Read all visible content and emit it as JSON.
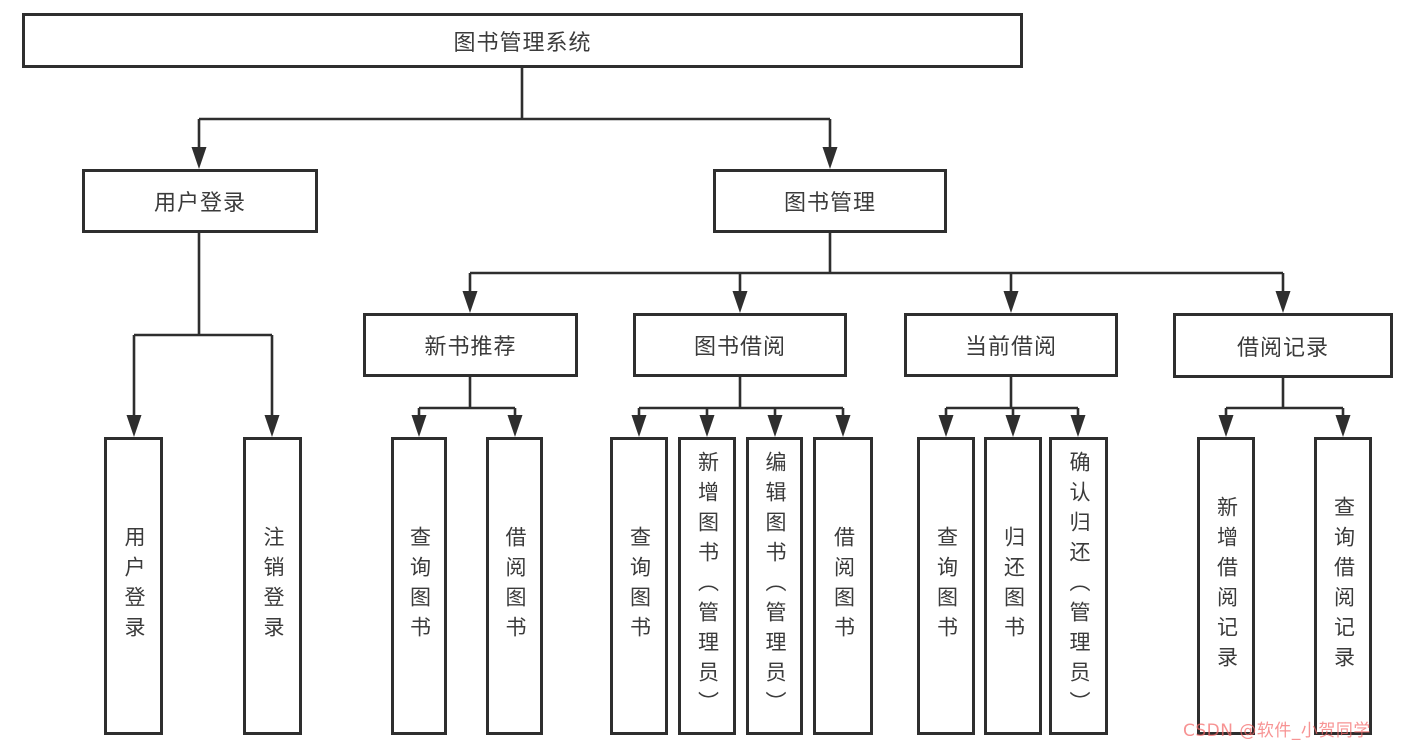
{
  "diagram": {
    "type": "tree",
    "root": {
      "label": "图书管理系统",
      "children": [
        {
          "label": "用户登录",
          "children": [
            {
              "label": "用户登录"
            },
            {
              "label": "注销登录"
            }
          ]
        },
        {
          "label": "图书管理",
          "children": [
            {
              "label": "新书推荐",
              "children": [
                {
                  "label": "查询图书"
                },
                {
                  "label": "借阅图书"
                }
              ]
            },
            {
              "label": "图书借阅",
              "children": [
                {
                  "label": "查询图书"
                },
                {
                  "label": "新增图书（管理员）"
                },
                {
                  "label": "编辑图书（管理员）"
                },
                {
                  "label": "借阅图书"
                }
              ]
            },
            {
              "label": "当前借阅",
              "children": [
                {
                  "label": "查询图书"
                },
                {
                  "label": "归还图书"
                },
                {
                  "label": "确认归还（管理员）"
                }
              ]
            },
            {
              "label": "借阅记录",
              "children": [
                {
                  "label": "新增借阅记录"
                },
                {
                  "label": "查询借阅记录"
                }
              ]
            }
          ]
        }
      ]
    },
    "colors": {
      "line": "#2e2e2e",
      "box_border": "#2e2e2e",
      "text": "#3b3b3b",
      "background": "#ffffff",
      "watermark": "#f46a6a"
    }
  },
  "watermark": {
    "text": "CSDN @软件_小贺同学"
  }
}
